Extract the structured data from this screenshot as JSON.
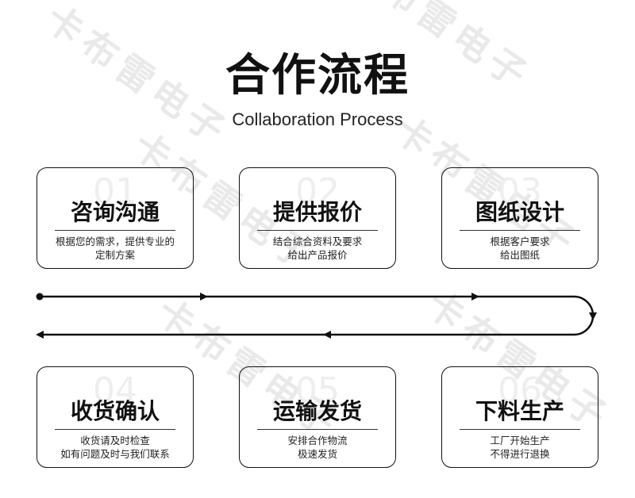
{
  "header": {
    "title": "合作流程",
    "subtitle": "Collaboration Process"
  },
  "watermark": {
    "text": "卡布雷电子"
  },
  "steps": [
    {
      "number": "01",
      "title": "咨询沟通",
      "desc_line1": "根据您的需求，提供专业的",
      "desc_line2": "定制方案"
    },
    {
      "number": "02",
      "title": "提供报价",
      "desc_line1": "结合综合资料及要求",
      "desc_line2": "给出产品报价"
    },
    {
      "number": "03",
      "title": "图纸设计",
      "desc_line1": "根据客户要求",
      "desc_line2": "给出图纸"
    },
    {
      "number": "04",
      "title": "收货确认",
      "desc_line1": "收货请及时检查",
      "desc_line2": "如有问题及时与我们联系"
    },
    {
      "number": "05",
      "title": "运输发货",
      "desc_line1": "安排合作物流",
      "desc_line2": "极速发货"
    },
    {
      "number": "06",
      "title": "下料生产",
      "desc_line1": "工厂开始生产",
      "desc_line2": "不得进行退换"
    }
  ],
  "colors": {
    "line": "#111111",
    "watermark": "#d8d8d8"
  }
}
